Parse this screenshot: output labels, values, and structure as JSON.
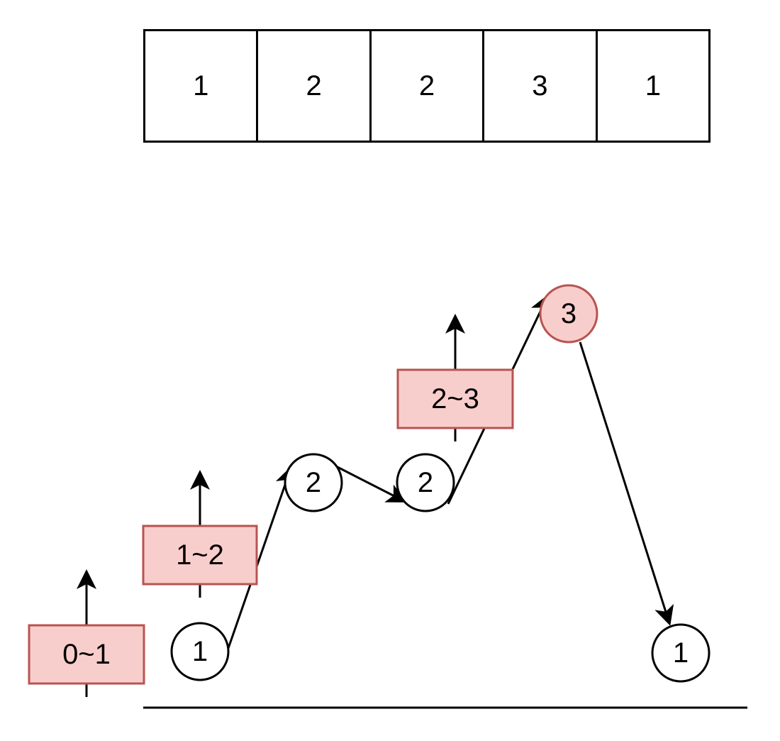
{
  "array": {
    "cells": [
      "1",
      "2",
      "2",
      "3",
      "1"
    ]
  },
  "ranges": [
    {
      "label": "0~1"
    },
    {
      "label": "1~2"
    },
    {
      "label": "2~3"
    }
  ],
  "nodes": [
    {
      "label": "1",
      "highlight": false
    },
    {
      "label": "2",
      "highlight": false
    },
    {
      "label": "2",
      "highlight": false
    },
    {
      "label": "3",
      "highlight": true
    },
    {
      "label": "1",
      "highlight": false
    }
  ],
  "colors": {
    "highlight_fill": "#f8cecc",
    "highlight_stroke": "#b85450",
    "line": "#000000"
  }
}
